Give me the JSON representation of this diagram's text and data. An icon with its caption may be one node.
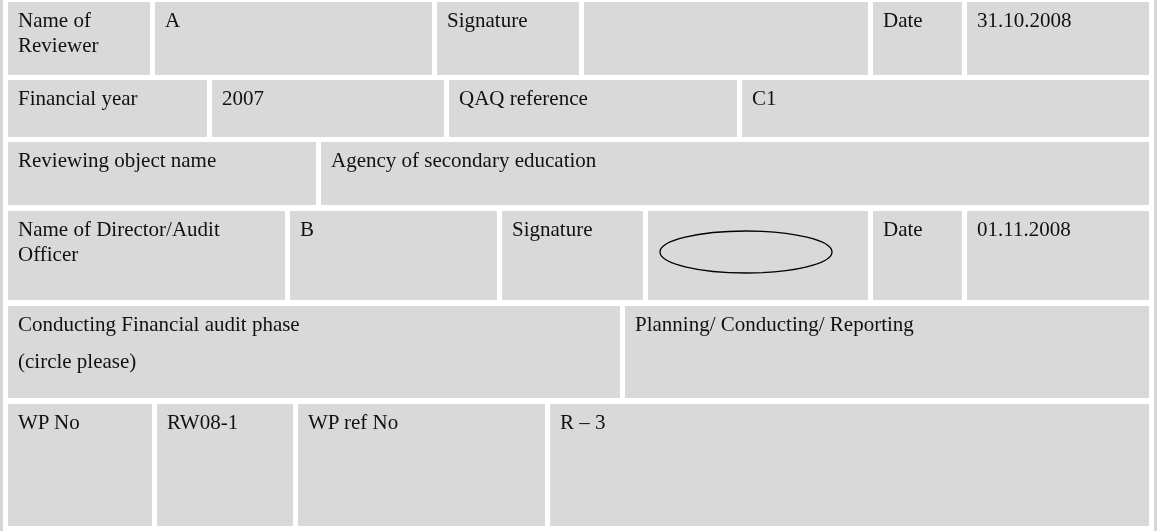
{
  "diagram": {
    "nodes": [
      {
        "text": [],
        "shape": "ellipse"
      }
    ],
    "labels": [
      "Name of Reviewer",
      "A",
      "Signature",
      "Date",
      "31.10.2008",
      "Financial year",
      "2007",
      "QAQ reference",
      "C1",
      "Reviewing object name",
      "Agency of secondary education",
      "Name of Director/Audit Officer",
      "B",
      "Signature",
      "Date",
      "01.11.2008",
      "Conducting Financial audit phase",
      "(circle please)",
      "Planning/ Conducting/ Reporting",
      "WP No",
      "RW08-1",
      "WP ref No",
      "R – 3"
    ]
  }
}
